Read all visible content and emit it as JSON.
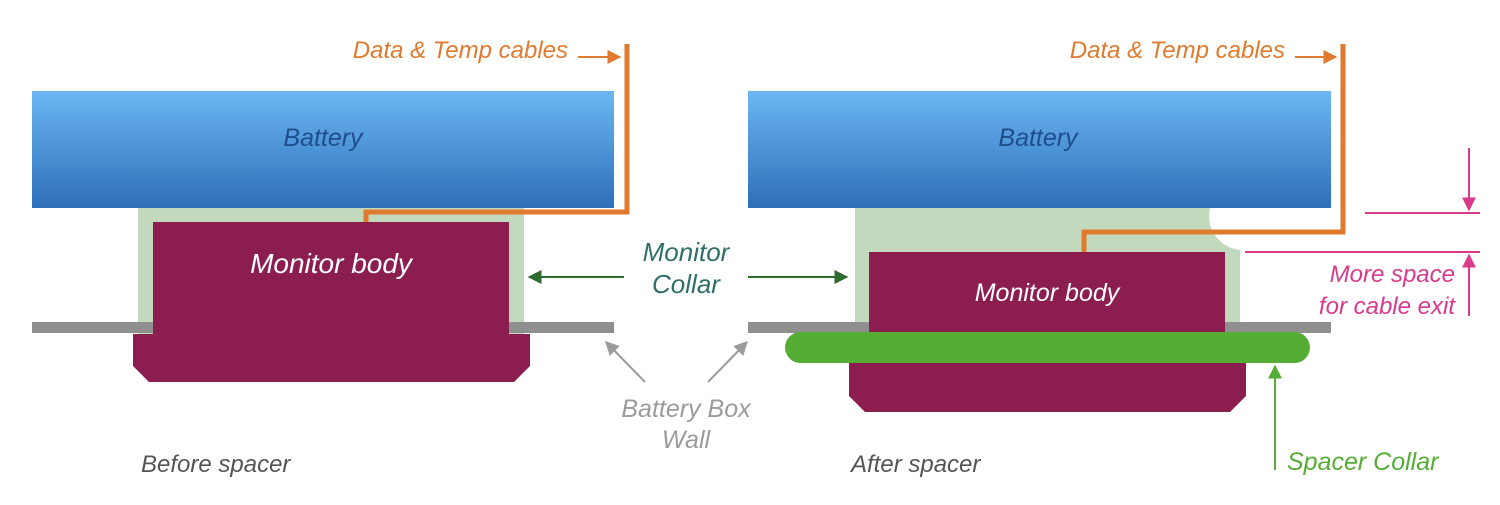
{
  "labels": {
    "cables": "Data & Temp cables",
    "battery": "Battery",
    "monitor_body": "Monitor body",
    "monitor_collar_line1": "Monitor",
    "monitor_collar_line2": "Collar",
    "wall_line1": "Battery Box",
    "wall_line2": "Wall",
    "before": "Before spacer",
    "after": "After spacer",
    "more_space_line1": "More space",
    "more_space_line2": "for cable exit",
    "spacer_collar": "Spacer Collar"
  },
  "colors": {
    "battery_top": "#6cb7f3",
    "battery_bottom": "#2d6fb9",
    "battery_text": "#1e4f8c",
    "monitor": "#8b1e4f",
    "collar": "#c3d9bd",
    "wall": "#8f8f8f",
    "cable": "#e07a2e",
    "collar_arrow": "#2e6b2e",
    "collar_text": "#2f6f6a",
    "wall_text": "#9b9b9b",
    "caption_text": "#555555",
    "more_space": "#d93a8a",
    "spacer": "#55ad36"
  }
}
